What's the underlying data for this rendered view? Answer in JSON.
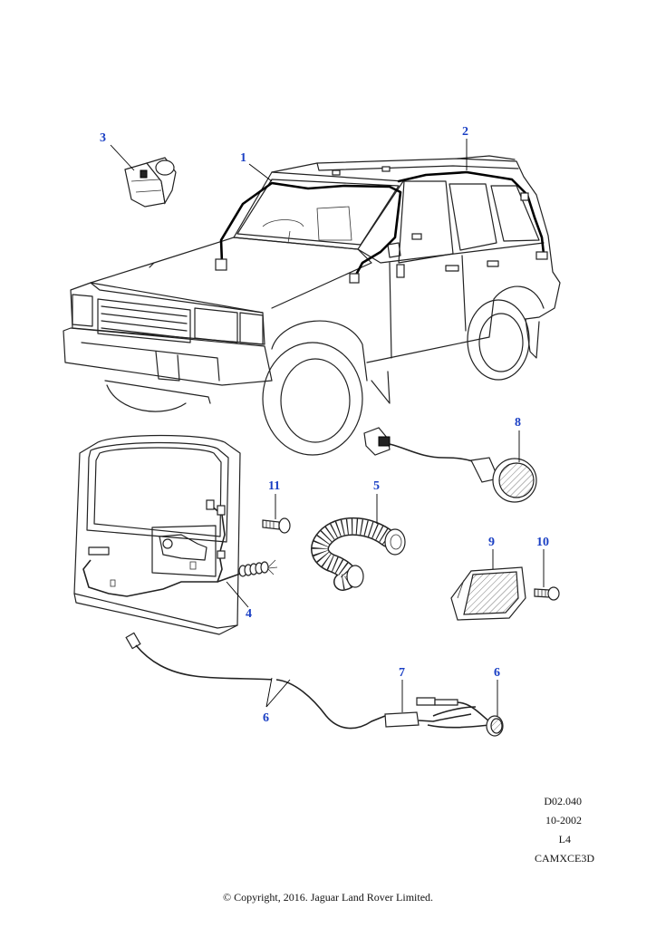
{
  "callouts": {
    "c1": "1",
    "c2": "2",
    "c3": "3",
    "c4": "4",
    "c5": "5",
    "c6a": "6",
    "c6b": "6",
    "c7": "7",
    "c8": "8",
    "c9": "9",
    "c10": "10",
    "c11": "11"
  },
  "meta": {
    "ref": "D02.040",
    "date": "10-2002",
    "code": "L4",
    "id": "CAMXCE3D"
  },
  "copyright": "© Copyright, 2016. Jaguar Land Rover Limited.",
  "colors": {
    "callout": "#1a3fc4",
    "line": "#222222",
    "background": "#ffffff"
  }
}
